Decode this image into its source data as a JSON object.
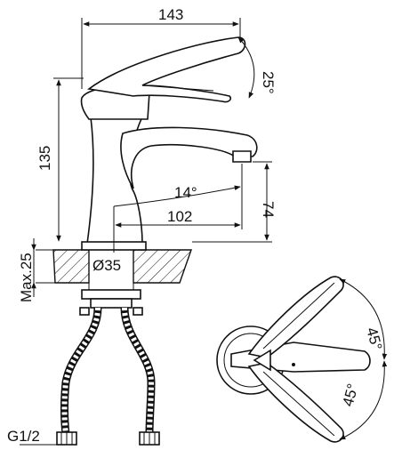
{
  "dimensions": {
    "overall_width": "143",
    "lever_angle": "25°",
    "body_height": "135",
    "spout_angle": "14°",
    "spout_height": "74",
    "spout_reach": "102",
    "max_thickness": "Max.25",
    "hole_diameter": "Ø35",
    "thread": "G1/2",
    "rotation_left": "45°",
    "rotation_right": "45°"
  }
}
